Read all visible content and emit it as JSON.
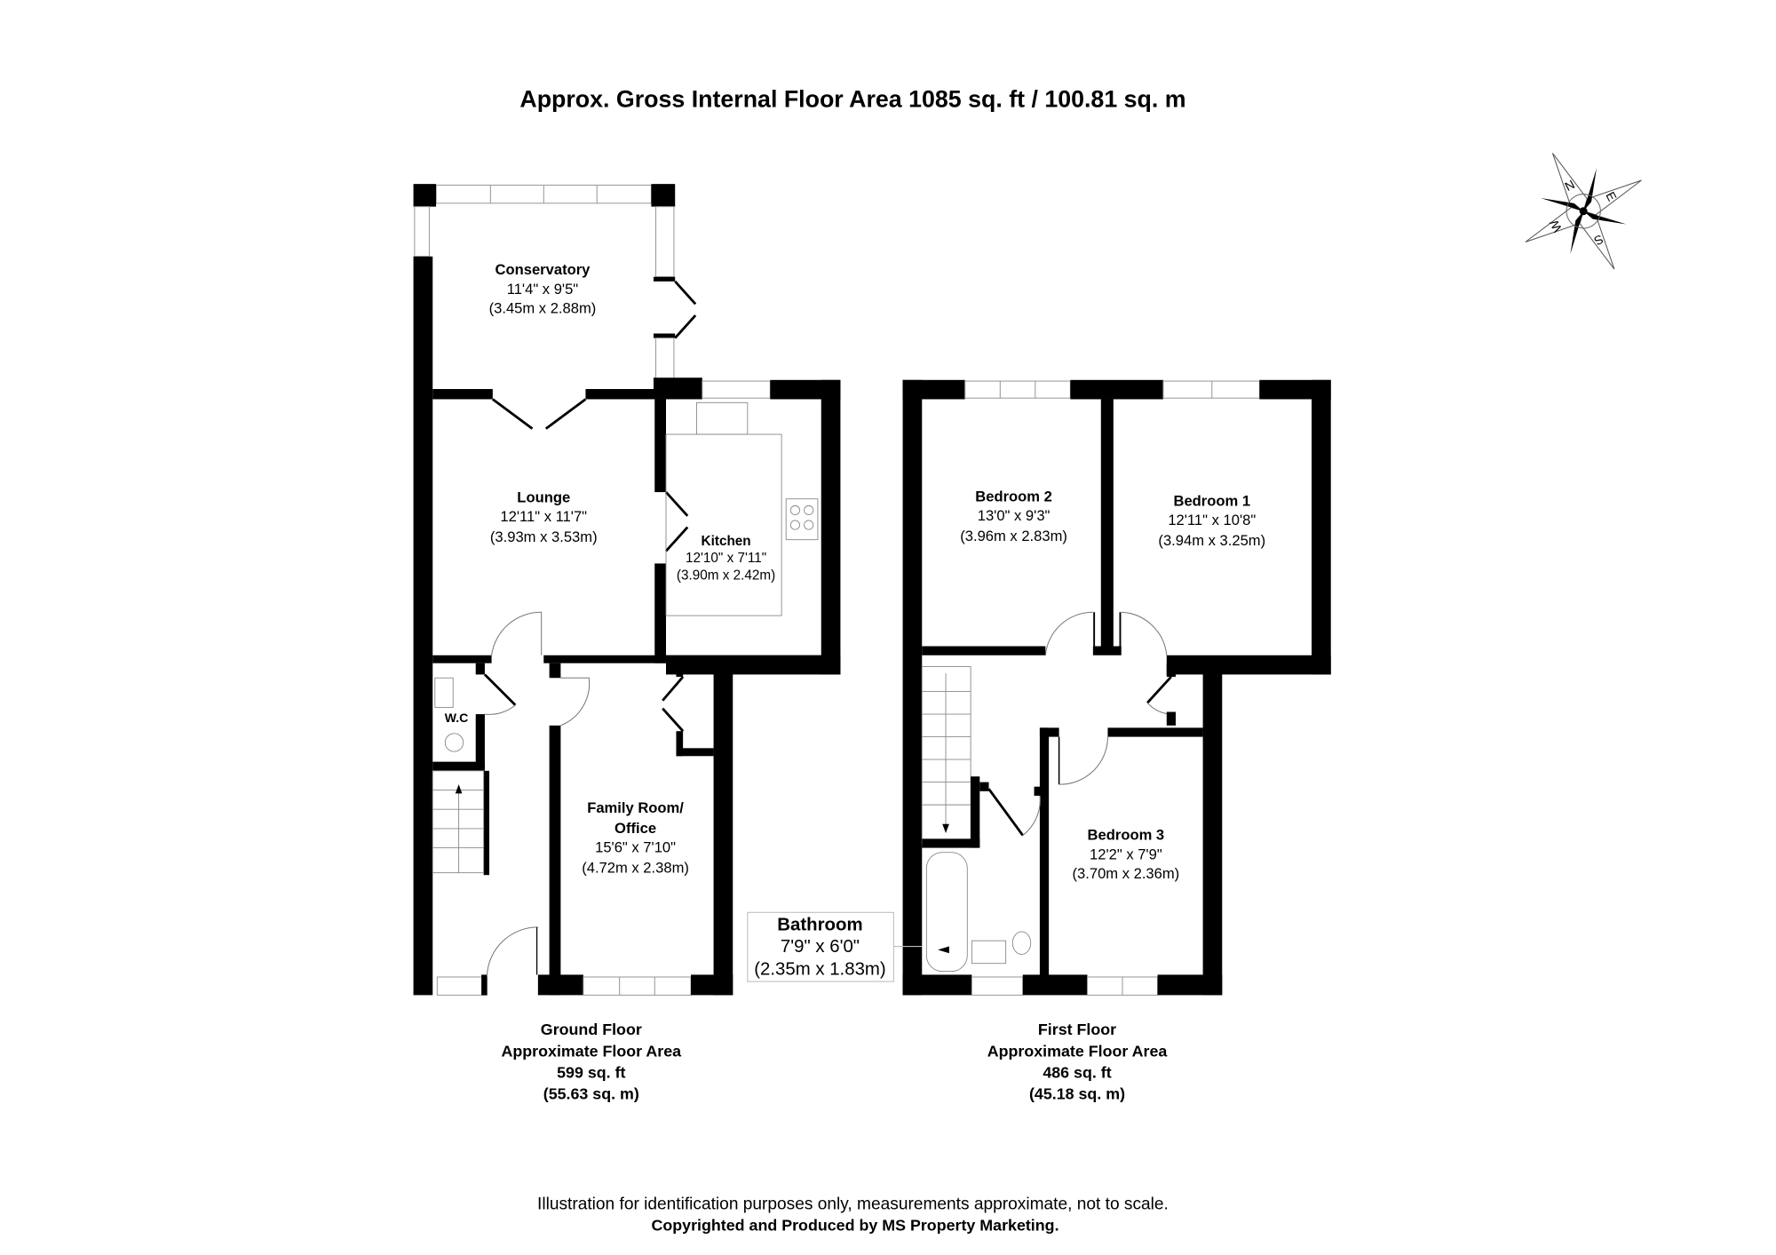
{
  "title": "Approx. Gross Internal Floor Area 1085 sq. ft / 100.81 sq. m",
  "compass": {
    "icon": "compass-rose-icon",
    "labels": [
      "N",
      "E",
      "S",
      "W"
    ]
  },
  "ground_floor": {
    "rooms": [
      {
        "name": "Conservatory",
        "imperial": "11'4\" x 9'5\"",
        "metric": "(3.45m x 2.88m)"
      },
      {
        "name": "Lounge",
        "imperial": "12'11\" x 11'7\"",
        "metric": "(3.93m x 3.53m)"
      },
      {
        "name": "Kitchen",
        "imperial": "12'10\" x 7'11\"",
        "metric": "(3.90m x 2.42m)"
      },
      {
        "name": "Family Room/",
        "name2": "Office",
        "imperial": "15'6\" x 7'10\"",
        "metric": "(4.72m x 2.38m)"
      },
      {
        "name": "W.C"
      }
    ],
    "summary": [
      "Ground Floor",
      "Approximate Floor Area",
      "599 sq. ft",
      "(55.63 sq. m)"
    ]
  },
  "first_floor": {
    "rooms": [
      {
        "name": "Bedroom 2",
        "imperial": "13'0\" x 9'3\"",
        "metric": "(3.96m x 2.83m)"
      },
      {
        "name": "Bedroom 1",
        "imperial": "12'11\" x 10'8\"",
        "metric": "(3.94m x 3.25m)"
      },
      {
        "name": "Bedroom 3",
        "imperial": "12'2\" x 7'9\"",
        "metric": "(3.70m x 2.36m)"
      },
      {
        "name": "Bathroom",
        "imperial": "7'9\" x 6'0\"",
        "metric": "(2.35m x 1.83m)"
      }
    ],
    "summary": [
      "First Floor",
      "Approximate Floor Area",
      "486 sq. ft",
      "(45.18 sq. m)"
    ]
  },
  "footer": {
    "disclaimer": "Illustration for identification purposes only, measurements approximate, not to scale.",
    "copyright": "Copyrighted  and Produced by MS Property Marketing."
  }
}
